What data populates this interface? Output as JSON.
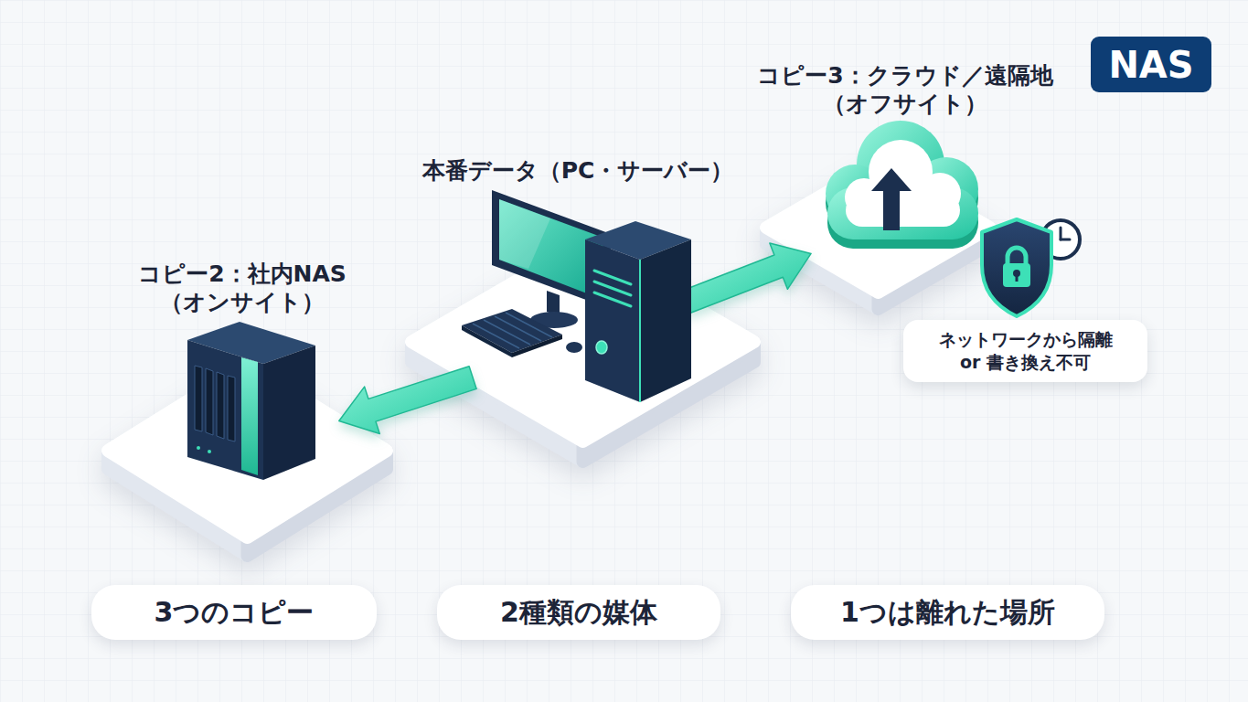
{
  "diagram": {
    "nodes": [
      {
        "text": [
          "NAS"
        ]
      },
      {
        "text": [
          "コピー3：クラウド／遠隔地 （オフサイト）"
        ]
      },
      {
        "text": [
          "本番データ（PC・サーバー）"
        ]
      },
      {
        "text": [
          "コピー2：社内NAS （オンサイト）"
        ]
      },
      {
        "text": [
          "ネットワークから隔離 or 書き換え不可"
        ]
      },
      {
        "text": [
          "3つのコピー"
        ]
      },
      {
        "text": [
          "2種類の媒体"
        ]
      },
      {
        "text": [
          "1つは離れた場所"
        ]
      }
    ],
    "edges": [
      {
        "from": 2,
        "to": 3,
        "arrow": "to"
      },
      {
        "from": 2,
        "to": 1,
        "arrow": "to"
      }
    ]
  }
}
